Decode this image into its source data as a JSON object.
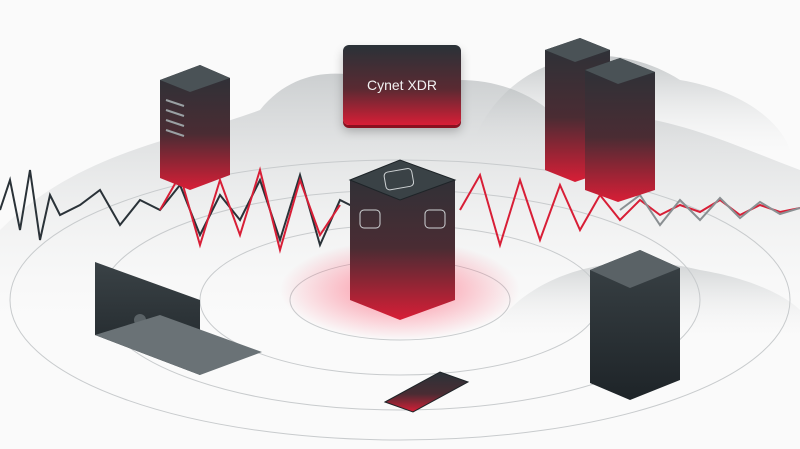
{
  "illustration": {
    "central_label": "Cynet XDR",
    "colors": {
      "accent_red": "#d81e36",
      "dark": "#2a3238",
      "gray": "#8a8f92",
      "background": "#fafafa"
    },
    "objects": [
      "server-rack-left",
      "label-panel",
      "server-rack-pair-right",
      "central-hub-device",
      "laptop",
      "smartphone",
      "tower-server-right",
      "sound-waveform",
      "concentric-orbits",
      "cloud-shapes"
    ]
  }
}
